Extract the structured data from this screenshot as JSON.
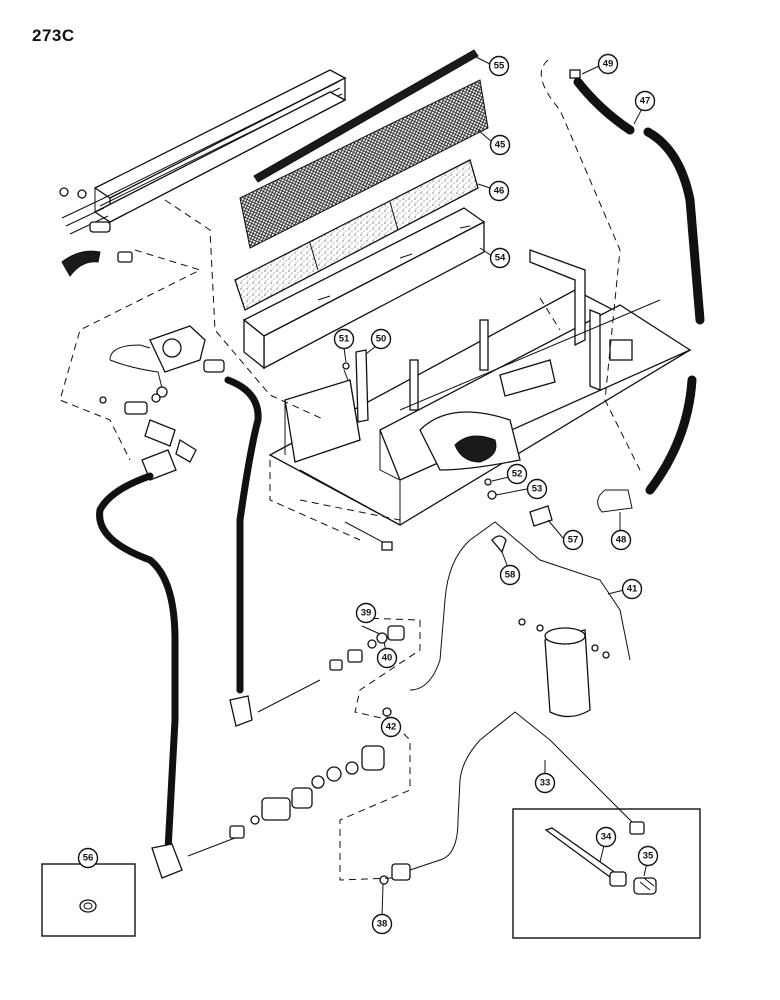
{
  "page_code": "273C",
  "callouts": [
    {
      "label": "55"
    },
    {
      "label": "49"
    },
    {
      "label": "47"
    },
    {
      "label": "45"
    },
    {
      "label": "46"
    },
    {
      "label": "54"
    },
    {
      "label": "51"
    },
    {
      "label": "50"
    },
    {
      "label": "52"
    },
    {
      "label": "53"
    },
    {
      "label": "57"
    },
    {
      "label": "48"
    },
    {
      "label": "58"
    },
    {
      "label": "41"
    },
    {
      "label": "39"
    },
    {
      "label": "40"
    },
    {
      "label": "42"
    },
    {
      "label": "33"
    },
    {
      "label": "34"
    },
    {
      "label": "35"
    },
    {
      "label": "56"
    },
    {
      "label": "38"
    }
  ]
}
